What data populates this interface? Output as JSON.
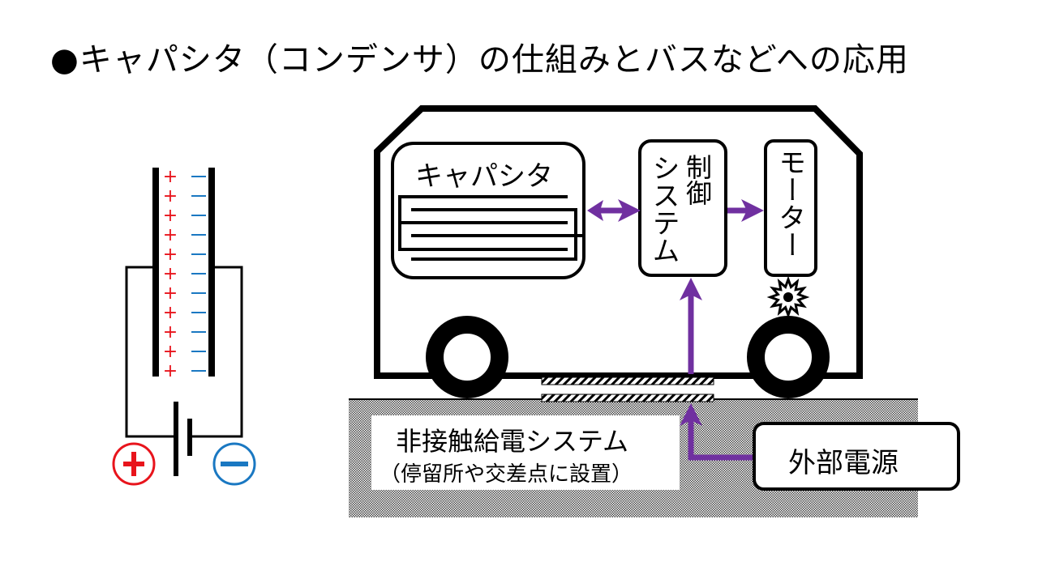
{
  "title": "●キャパシタ（コンデンサ）の仕組みとバスなどへの応用",
  "capacitor_diagram": {
    "plus_sign": "+",
    "minus_sign": "−",
    "charge_rows": 11,
    "plus_color": "#e8141c",
    "minus_color": "#1a78c2",
    "terminal_positive": "+",
    "terminal_negative": "−"
  },
  "bus_diagram": {
    "capacitor_label": "キャパシタ",
    "control_label_col1": "制御",
    "control_label_col2": "システム",
    "motor_label": "モーター",
    "contactless_label_line1": "非接触給電システム",
    "contactless_label_line2": "（停留所や交差点に設置）",
    "external_power_label": "外部電源",
    "arrow_color": "#7030a0"
  }
}
